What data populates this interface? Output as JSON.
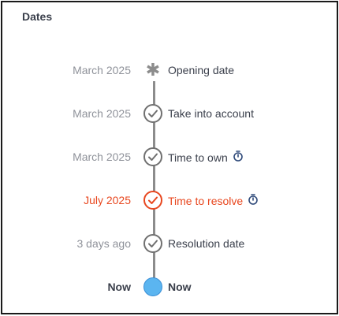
{
  "panel": {
    "title": "Dates"
  },
  "timeline": [
    {
      "date": "March 2025",
      "label": "Opening date",
      "marker": "asterisk-icon",
      "state": "normal",
      "has_timer": false
    },
    {
      "date": "March 2025",
      "label": "Take into account",
      "marker": "check-icon",
      "state": "normal",
      "has_timer": false
    },
    {
      "date": "March 2025",
      "label": "Time to own",
      "marker": "check-icon",
      "state": "normal",
      "has_timer": true
    },
    {
      "date": "July 2025",
      "label": "Time to resolve",
      "marker": "check-icon",
      "state": "late",
      "has_timer": true
    },
    {
      "date": "3 days ago",
      "label": "Resolution date",
      "marker": "check-icon",
      "state": "normal",
      "has_timer": false
    },
    {
      "date": "Now",
      "label": "Now",
      "marker": "now-dot",
      "state": "now",
      "has_timer": false
    }
  ],
  "icons": {
    "timer": "stopwatch-icon"
  },
  "colors": {
    "late": "#e8471f",
    "now_dot": "#5bb5f0",
    "line": "#8c8c8c",
    "text": "#3a3f4b",
    "muted": "#8f929a",
    "timer_icon": "#2f4a7a"
  }
}
